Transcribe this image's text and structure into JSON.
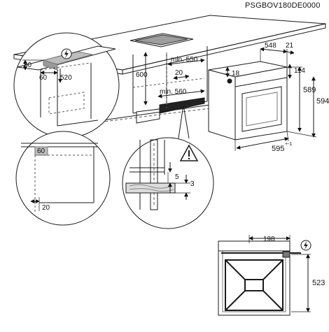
{
  "document_code": "PSGBOV180DE0000",
  "colors": {
    "line": "#1a1a1a",
    "dash": "#555555",
    "grey": "#bdbdbd",
    "dark_fill": "#222222"
  },
  "icons": {
    "warning": "warning-triangle-icon",
    "electric": "electric-bolt-icon"
  },
  "cabinet_view": {
    "labels": {
      "min_550": "min. 550",
      "dim_20": "20",
      "dim_600": "600",
      "min_560": "min. 560"
    }
  },
  "left_circle_detail": {
    "labels": {
      "dim_80": "80",
      "dim_60": "60",
      "dim_520": "520"
    }
  },
  "oven_view": {
    "labels": {
      "dim_548": "548",
      "dim_21": "21",
      "dim_18": "18",
      "dim_114": "114",
      "dim_589": "589",
      "dim_594": "594",
      "dim_595": "595",
      "dim_595_tol": "+-1"
    }
  },
  "corner_circle_detail": {
    "labels": {
      "dim_60": "60",
      "dim_20": "20"
    }
  },
  "gap_circle_detail": {
    "labels": {
      "dim_5": "5",
      "dim_3": "3"
    }
  },
  "front_view": {
    "labels": {
      "dim_198": "198",
      "dim_523": "523"
    }
  }
}
